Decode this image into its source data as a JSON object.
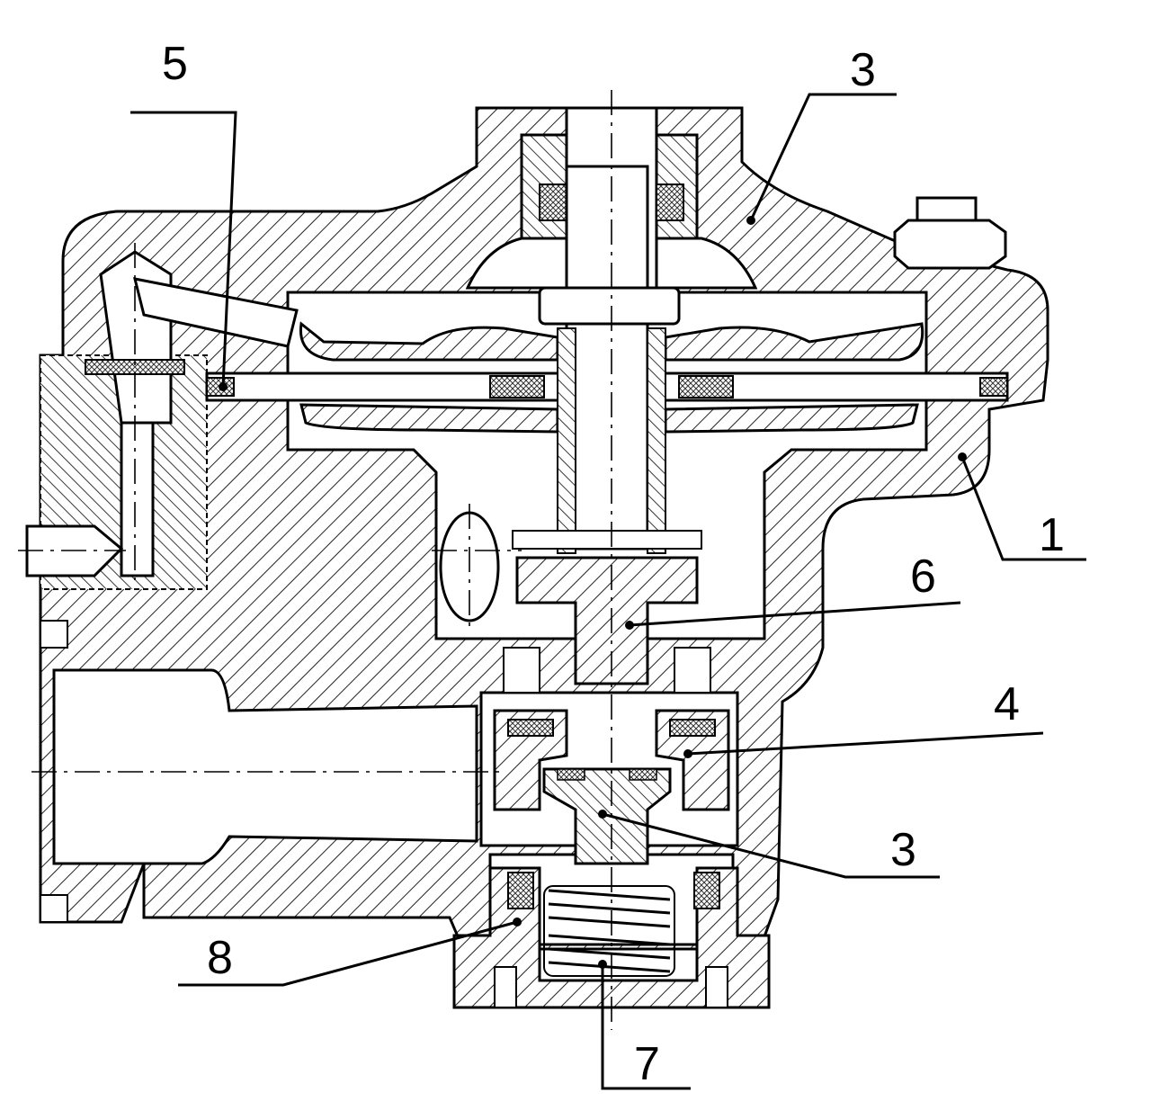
{
  "callouts": [
    {
      "id": "c5",
      "label": "5"
    },
    {
      "id": "c3top",
      "label": "3"
    },
    {
      "id": "c1",
      "label": "1"
    },
    {
      "id": "c6",
      "label": "6"
    },
    {
      "id": "c4",
      "label": "4"
    },
    {
      "id": "c3bot",
      "label": "3"
    },
    {
      "id": "c8",
      "label": "8"
    },
    {
      "id": "c7",
      "label": "7"
    }
  ]
}
